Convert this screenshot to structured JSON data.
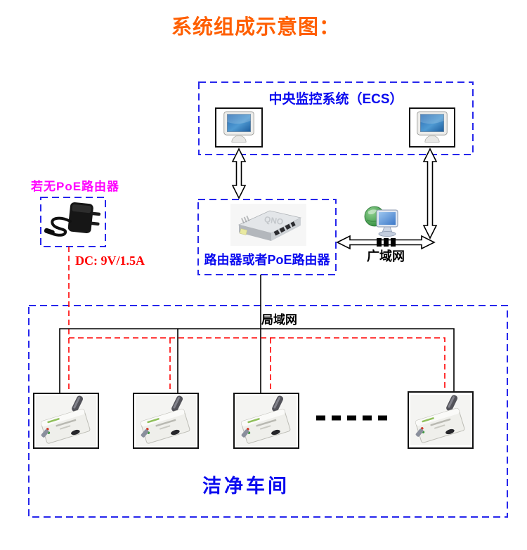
{
  "title": "系统组成示意图：",
  "ecs": {
    "label": "中央监控系统（ECS）"
  },
  "router": {
    "label": "路由器或者PoE路由器",
    "brand": "QNO"
  },
  "wan": {
    "label": "广域网"
  },
  "adapter": {
    "note": "若无PoE路由器",
    "dc": "DC: 9V/1.5A"
  },
  "lan": {
    "label": "局域网",
    "room": "洁净车间"
  },
  "colors": {
    "title_orange": "#FF5F00",
    "blue_text": "#0A0AEF",
    "magenta_text": "#FF00FF",
    "red_line": "#FF0000",
    "dashed_box_blue": "#2626EC",
    "black_line": "#000000"
  },
  "icons": {
    "computer-monitor-icon": "svg-crt-monitor",
    "router-icon": "svg-silver-router",
    "globe-network-icon": "svg-globe-with-monitor",
    "power-adapter-icon": "svg-black-wall-adapter",
    "wireless-device-icon": "svg-white-box-with-antenna"
  }
}
